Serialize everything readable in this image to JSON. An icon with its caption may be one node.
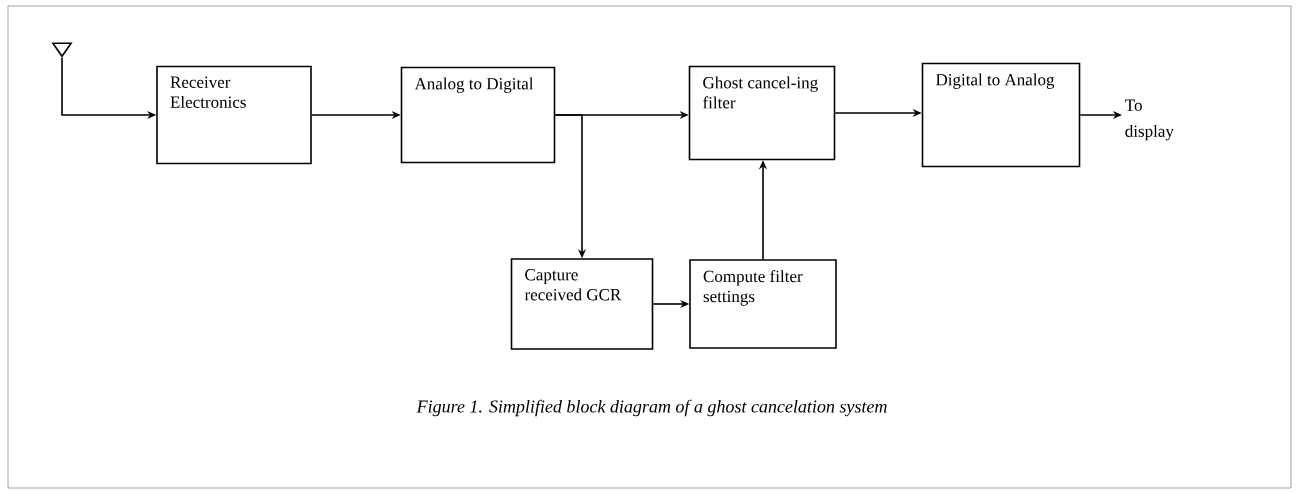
{
  "diagram": {
    "caption": "Figure 1. Simplified block diagram of a ghost cancelation system",
    "nodes": [
      {
        "text": [],
        "shape": "triangle"
      },
      {
        "text": [
          "Receiver Electronics"
        ]
      },
      {
        "text": [
          "Analog to Digital"
        ]
      },
      {
        "text": [
          "Ghost cancel-ing filter"
        ]
      },
      {
        "text": [
          "Capture received GCR"
        ]
      },
      {
        "text": [
          "Compute filter settings"
        ]
      },
      {
        "text": [
          "Digital to Analog"
        ]
      },
      {
        "text": [
          "To display"
        ]
      }
    ],
    "edges": [
      {
        "from": 0,
        "to": 1,
        "arrow": "to"
      },
      {
        "from": 1,
        "to": 2,
        "arrow": "to"
      },
      {
        "from": 2,
        "to": 3,
        "arrow": "to"
      },
      {
        "from": 2,
        "to": 4,
        "arrow": "to"
      },
      {
        "from": 4,
        "to": 5,
        "arrow": "to"
      },
      {
        "from": 5,
        "to": 3,
        "arrow": "to"
      },
      {
        "from": 3,
        "to": 6,
        "arrow": "to"
      },
      {
        "from": 6,
        "to": 7,
        "arrow": "to"
      }
    ]
  }
}
